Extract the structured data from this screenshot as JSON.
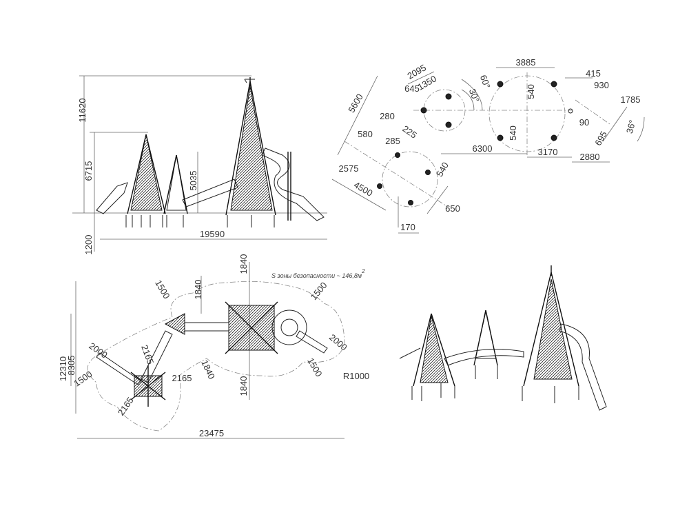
{
  "elevation": {
    "labels": [
      "11620",
      "6715",
      "5035",
      "19590",
      "1200"
    ]
  },
  "setout": {
    "labels": [
      "5600",
      "2095",
      "645",
      "1350",
      "280",
      "225",
      "580",
      "285",
      "2575",
      "4500",
      "540",
      "650",
      "170",
      "30°",
      "60°",
      "3885",
      "540",
      "540",
      "6300",
      "3170",
      "415",
      "930",
      "90",
      "1785",
      "695",
      "2880",
      "36°"
    ]
  },
  "plan": {
    "safety_area_note": "S зоны безопасности ~ 146,8м",
    "safety_area_sup": "2",
    "labels": [
      "12310",
      "8305",
      "23475",
      "1500",
      "1840",
      "1840",
      "1500",
      "2000",
      "2165",
      "2165",
      "2165",
      "2000",
      "1500",
      "1840",
      "1840",
      "1500",
      "R1000"
    ]
  }
}
